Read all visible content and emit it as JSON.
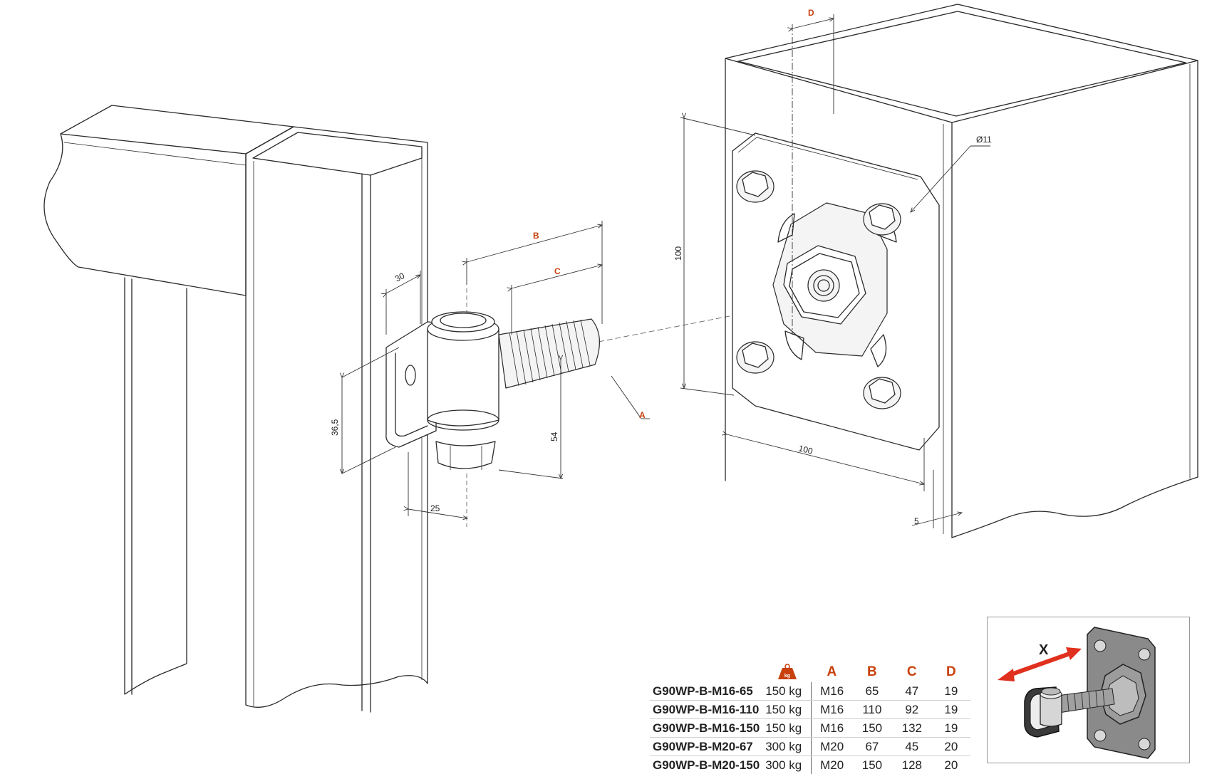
{
  "labels": {
    "A": "A",
    "B": "B",
    "C": "C",
    "D": "D",
    "dim_30": "30",
    "dim_36_5": "36,5",
    "dim_54": "54",
    "dim_25": "25",
    "dim_100_v": "100",
    "dim_100_h": "100",
    "dim_5": "5",
    "dim_hole": "Ø11"
  },
  "weight_icon_text": "kg",
  "table": {
    "headers": [
      "A",
      "B",
      "C",
      "D"
    ],
    "rows": [
      {
        "model": "G90WP-B-M16-65",
        "load": "150 kg",
        "a": "M16",
        "b": "65",
        "c": "47",
        "d": "19"
      },
      {
        "model": "G90WP-B-M16-110",
        "load": "150 kg",
        "a": "M16",
        "b": "110",
        "c": "92",
        "d": "19"
      },
      {
        "model": "G90WP-B-M16-150",
        "load": "150 kg",
        "a": "M16",
        "b": "150",
        "c": "132",
        "d": "19"
      },
      {
        "model": "G90WP-B-M20-67",
        "load": "300 kg",
        "a": "M20",
        "b": "67",
        "c": "45",
        "d": "20"
      },
      {
        "model": "G90WP-B-M20-150",
        "load": "300 kg",
        "a": "M20",
        "b": "150",
        "c": "128",
        "d": "20"
      }
    ]
  },
  "thumbnail": {
    "axis_label": "X"
  },
  "colors": {
    "accent": "#c8400c",
    "arrow": "#e0301e",
    "line": "#2a2a2a"
  }
}
